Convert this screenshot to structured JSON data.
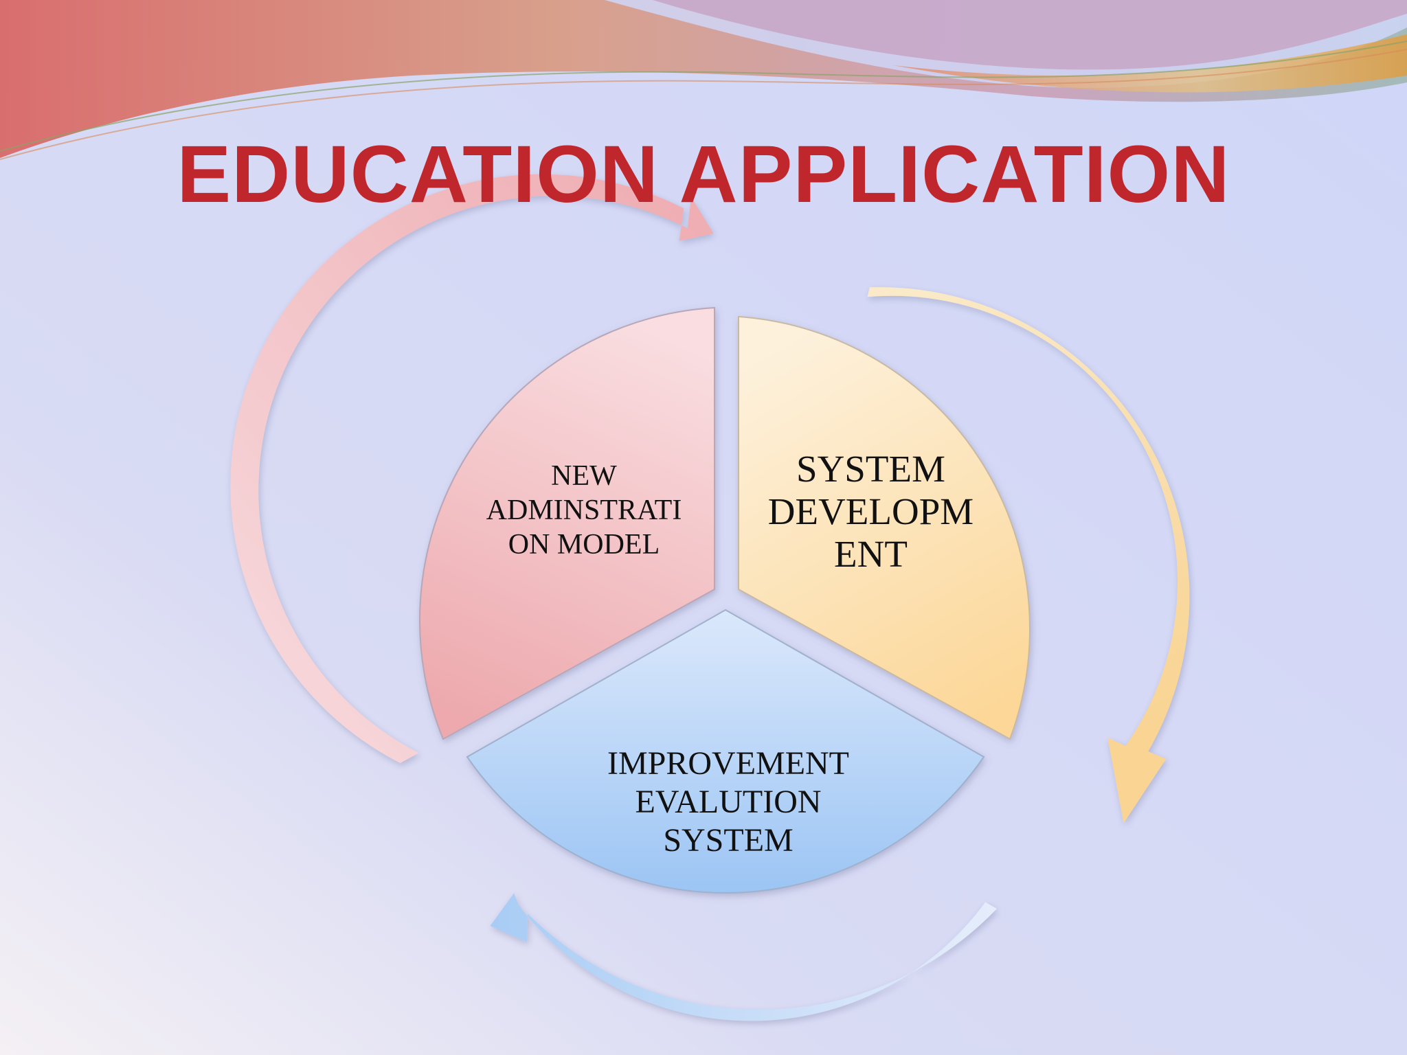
{
  "title": "EDUCATION APPLICATION",
  "segments": [
    {
      "id": "left",
      "lines": [
        "NEW",
        "ADMINSTRATI",
        "ON MODEL"
      ],
      "color": "#f0b3b7"
    },
    {
      "id": "right",
      "lines": [
        "SYSTEM",
        "DEVELOPM",
        "ENT"
      ],
      "color": "#fde3a9"
    },
    {
      "id": "bottom",
      "lines": [
        "IMPROVEMENT",
        "EVALUTION",
        "SYSTEM"
      ],
      "color": "#a9cdf6"
    }
  ],
  "colors": {
    "title": "#c0272d",
    "background": "#d3d8f6",
    "arrow_left": "#f2b4b8",
    "arrow_right": "#fcd99a",
    "arrow_bottom": "#a9cdf6"
  }
}
